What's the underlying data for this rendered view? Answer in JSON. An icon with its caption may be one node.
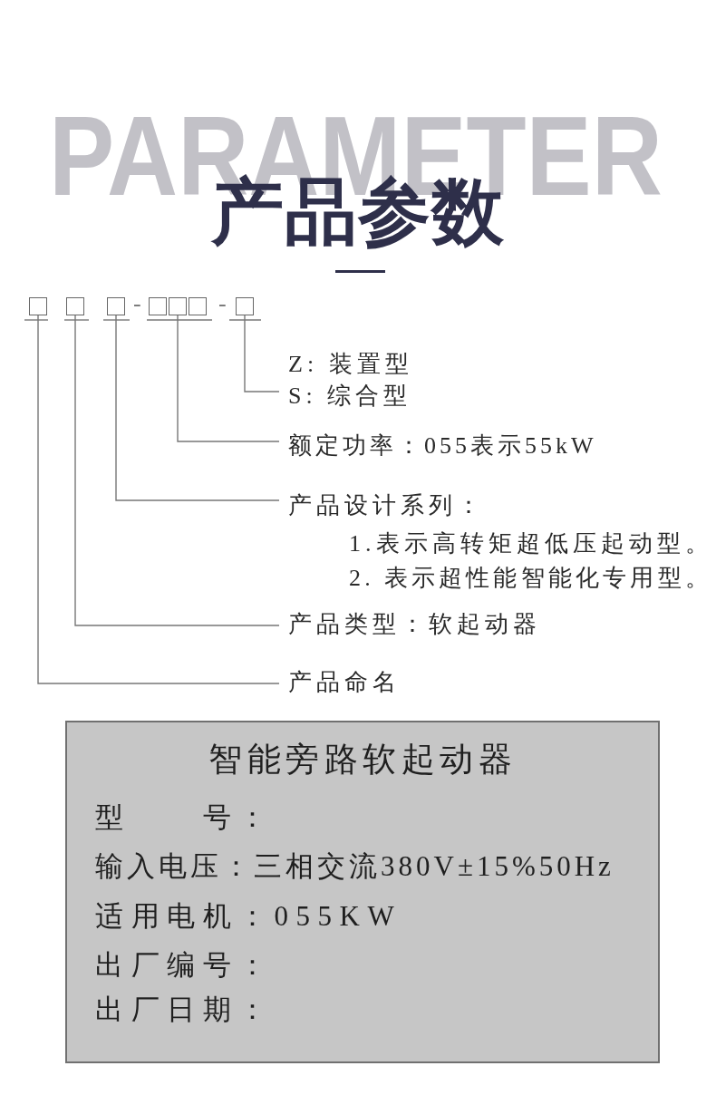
{
  "diagram": {
    "title": "产品参数",
    "nodes": [
      {
        "text": [],
        "shape": "box"
      },
      {
        "text": [],
        "shape": "box"
      },
      {
        "text": [],
        "shape": "box"
      },
      {
        "text": [],
        "shape": "box"
      },
      {
        "text": [],
        "shape": "box"
      },
      {
        "text": [],
        "shape": "box"
      },
      {
        "text": [],
        "shape": "box"
      },
      {
        "text": [
          "Z: 装置型",
          "S: 综合型"
        ]
      },
      {
        "text": [
          "额定功率：055表示55kW"
        ]
      },
      {
        "text": [
          "产品设计系列：",
          "1.表示高转矩超低压起动型。",
          "2. 表示超性能智能化专用型。"
        ]
      },
      {
        "text": [
          "产品类型：软起动器"
        ]
      },
      {
        "text": [
          "产品命名"
        ]
      },
      {
        "text": [
          "智能旁路软起动器",
          "型　　号：",
          "输入电压：三相交流380V±15%50Hz",
          "适用电机：055KW",
          "出厂编号：",
          "出厂日期："
        ]
      }
    ],
    "edges": [
      {
        "from": 7,
        "to": 6,
        "arrow": "none"
      },
      {
        "from": 8,
        "to": 4,
        "arrow": "none"
      },
      {
        "from": 9,
        "to": 2,
        "arrow": "none"
      },
      {
        "from": 10,
        "to": 1,
        "arrow": "none"
      },
      {
        "from": 11,
        "to": 0,
        "arrow": "none"
      }
    ],
    "labels": [
      "PARAMETER",
      "-",
      "-"
    ]
  }
}
